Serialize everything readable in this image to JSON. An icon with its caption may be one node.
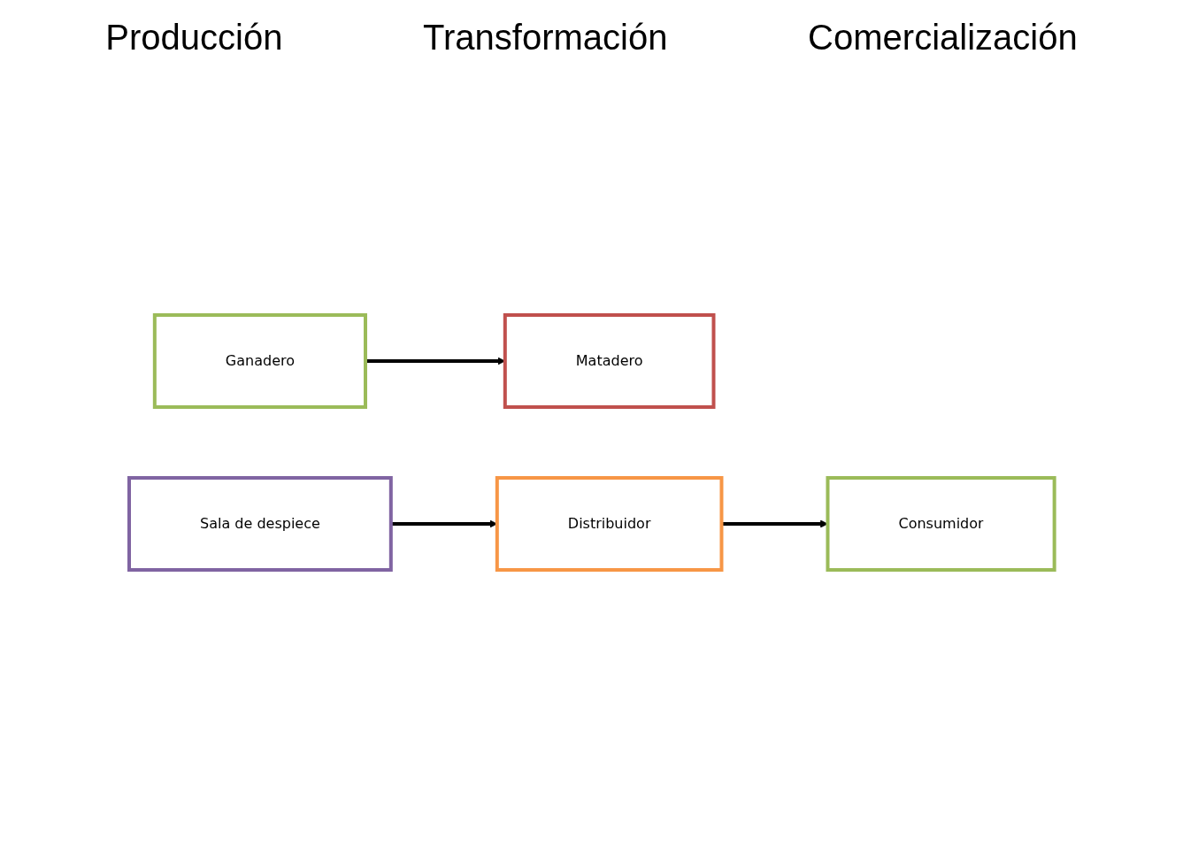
{
  "diagram": {
    "nodes": [
      {
        "text": [
          "Ganadero"
        ]
      },
      {
        "text": [
          "Matadero"
        ]
      },
      {
        "text": [
          "Sala de despiece"
        ]
      },
      {
        "text": [
          "Distribuidor"
        ]
      },
      {
        "text": [
          "Consumidor"
        ]
      }
    ],
    "edges": [
      {
        "from": 0,
        "to": 1,
        "arrow": "to"
      },
      {
        "from": 2,
        "to": 3,
        "arrow": "to"
      },
      {
        "from": 3,
        "to": 4,
        "arrow": "to"
      }
    ],
    "labels": [
      "Producción",
      "Transformación",
      "Comercialización"
    ]
  }
}
